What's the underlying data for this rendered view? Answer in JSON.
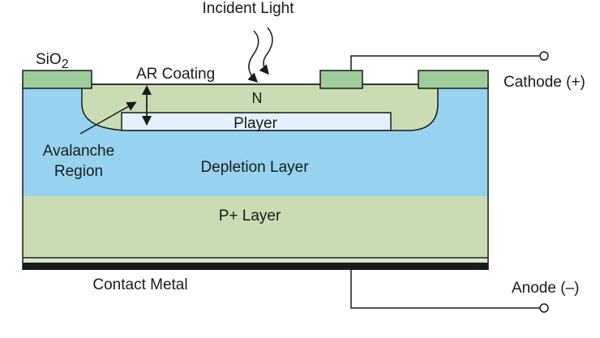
{
  "labels": {
    "incident_light": "Incident Light",
    "sio2_main": "SiO",
    "sio2_sub": "2",
    "ar_coating": "AR Coating",
    "n_region": "N",
    "p_layer": "Player",
    "avalanche_line1": "Avalanche",
    "avalanche_line2": "Region",
    "depletion_layer": "Depletion Layer",
    "p_plus_layer": "P+ Layer",
    "contact_metal": "Contact Metal",
    "cathode": "Cathode (+)",
    "anode": "Anode (–)"
  },
  "colors": {
    "n_region": "#c9dcb3",
    "p_plus": "#c9dcb3",
    "depletion": "#97d3f0",
    "sio2": "#9ecc9a",
    "p_layer": "#e2f1fa",
    "contact_metal": "#1a1a1a"
  }
}
